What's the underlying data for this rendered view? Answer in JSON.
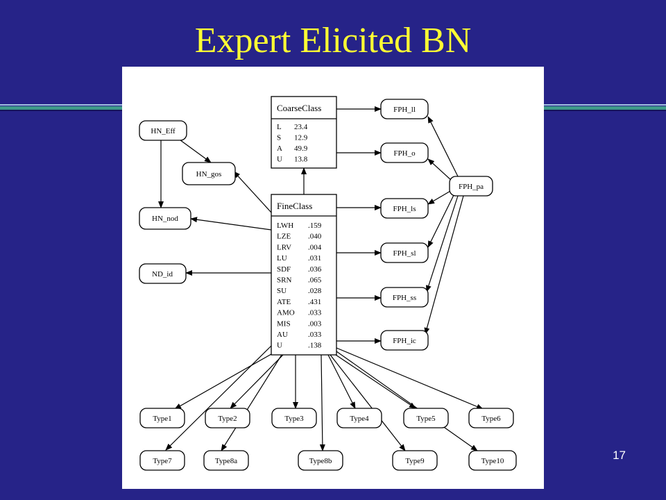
{
  "slide": {
    "title": "Expert Elicited BN",
    "page_number": "17",
    "colors": {
      "background": "#262388",
      "title": "#ffff33",
      "rule_green": "#3f9a8a",
      "rule_light": "#a0c0e0",
      "rule_dark": "#15135a"
    }
  },
  "diagram": {
    "coarse_class": {
      "title": "CoarseClass",
      "rows": [
        {
          "label": "L",
          "value": "23.4"
        },
        {
          "label": "S",
          "value": "12.9"
        },
        {
          "label": "A",
          "value": "49.9"
        },
        {
          "label": "U",
          "value": "13.8"
        }
      ]
    },
    "fine_class": {
      "title": "FineClass",
      "rows": [
        {
          "label": "LWH",
          "value": ".159"
        },
        {
          "label": "LZE",
          "value": ".040"
        },
        {
          "label": "LRV",
          "value": ".004"
        },
        {
          "label": "LU",
          "value": ".031"
        },
        {
          "label": "SDF",
          "value": ".036"
        },
        {
          "label": "SRN",
          "value": ".065"
        },
        {
          "label": "SU",
          "value": ".028"
        },
        {
          "label": "ATE",
          "value": ".431"
        },
        {
          "label": "AMO",
          "value": ".033"
        },
        {
          "label": "MIS",
          "value": ".003"
        },
        {
          "label": "AU",
          "value": ".033"
        },
        {
          "label": "U",
          "value": ".138"
        }
      ]
    },
    "nodes": {
      "hn_eff": "HN_Eff",
      "hn_gos": "HN_gos",
      "hn_nod": "HN_nod",
      "nd_id": "ND_id",
      "fph_ii": "FPH_ll",
      "fph_o": "FPH_o",
      "fph_pa": "FPH_pa",
      "fph_ls": "FPH_ls",
      "fph_sl": "FPH_sl",
      "fph_ss": "FPH_ss",
      "fph_ic": "FPH_ic",
      "type1": "Type1",
      "type2": "Type2",
      "type3": "Type3",
      "type4": "Type4",
      "type5": "Type5",
      "type6": "Type6",
      "type7": "Type7",
      "type8a": "Type8a",
      "type8b": "Type8b",
      "type9": "Type9",
      "type10": "Type10"
    }
  }
}
